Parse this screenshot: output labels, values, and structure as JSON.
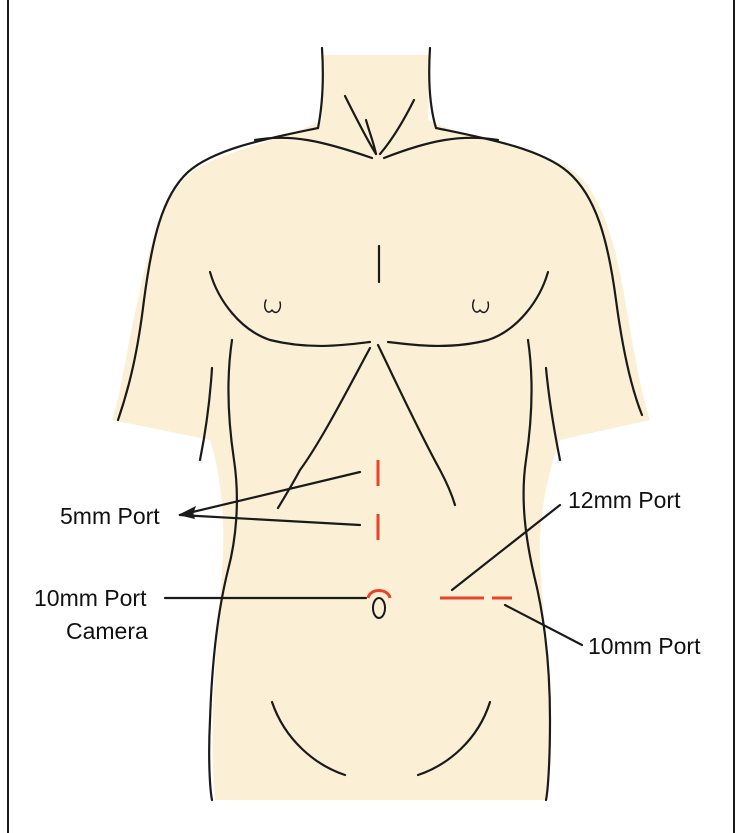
{
  "diagram": {
    "colors": {
      "skin": "#fbf0d6",
      "outline": "#1a1a1a",
      "port": "#e8432a",
      "frame": "#1a1a1a"
    },
    "labels": {
      "port_5mm": "5mm Port",
      "port_12mm": "12mm Port",
      "port_10mm_camera_line1": "10mm Port",
      "port_10mm_camera_line2": "Camera",
      "port_10mm_right": "10mm Port"
    }
  }
}
